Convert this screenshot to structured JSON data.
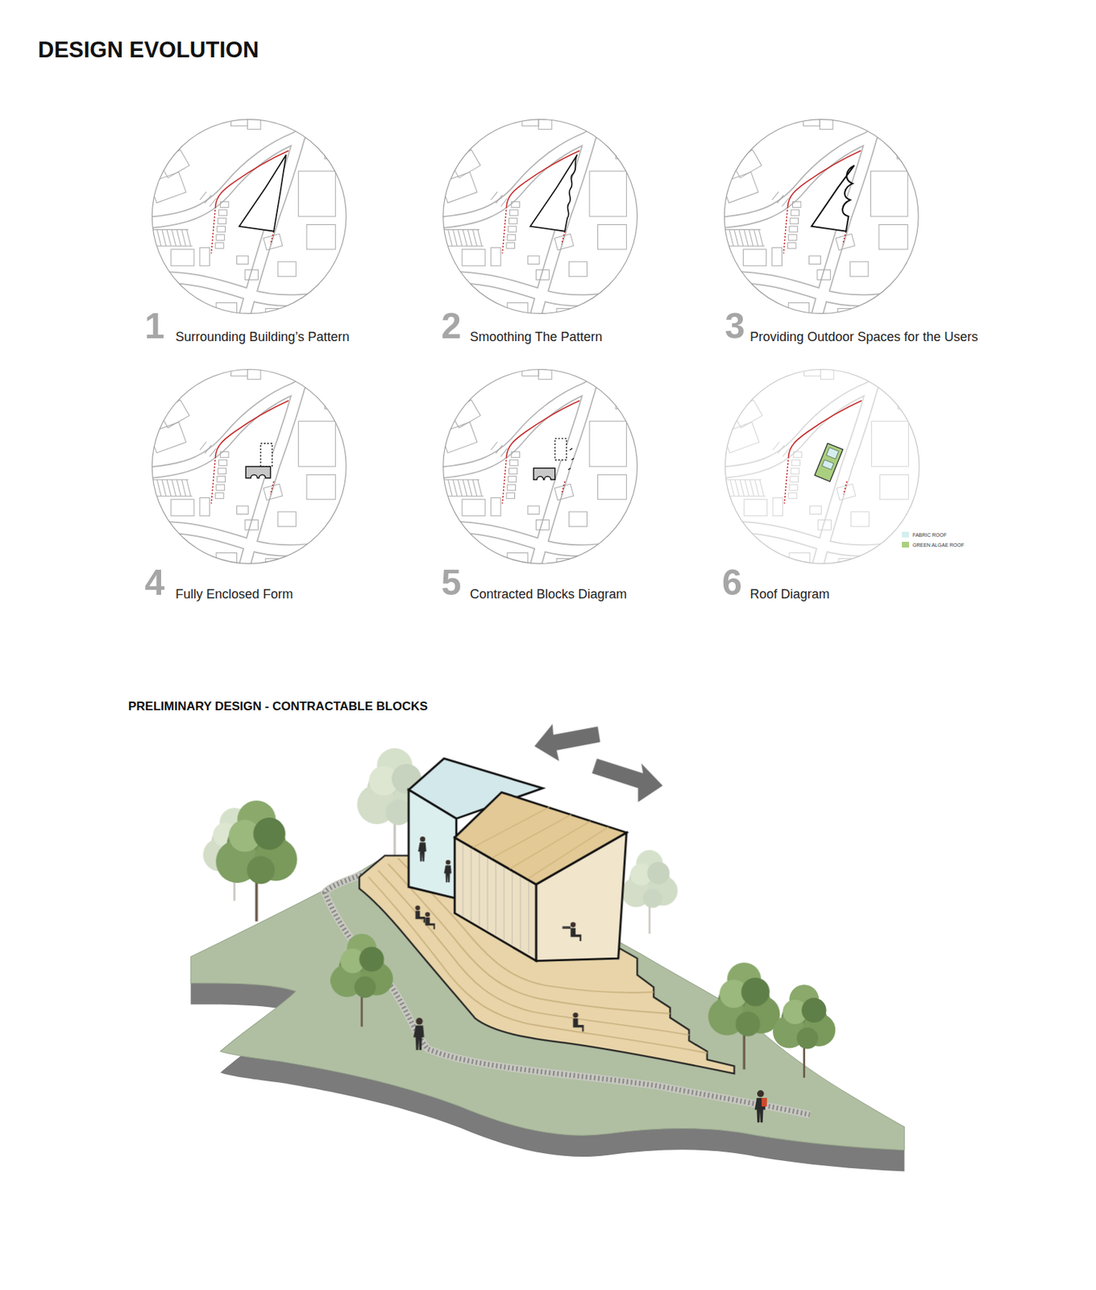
{
  "diagram": {
    "title": "DESIGN EVOLUTION",
    "labels": [
      "1",
      "Surrounding Building’s Pattern",
      "2",
      "Smoothing The Pattern",
      "3",
      "Providing Outdoor Spaces for the Users",
      "4",
      "Fully Enclosed Form",
      "5",
      "Contracted Blocks Diagram",
      "6",
      "Roof Diagram",
      "PRELIMINARY DESIGN - CONTRACTABLE BLOCKS"
    ],
    "legend": [
      {
        "text": "FABRIC ROOF",
        "color": "#d4eef0"
      },
      {
        "text": "GREEN ALGAE ROOF",
        "color": "#a9cf7f"
      }
    ]
  }
}
